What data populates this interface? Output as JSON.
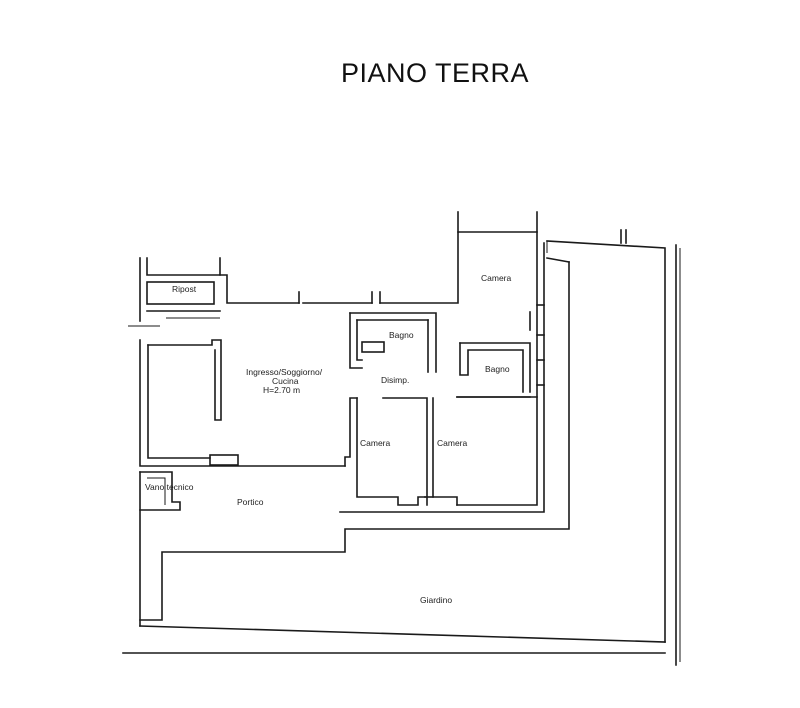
{
  "title": "PIANO TERRA",
  "rooms": {
    "ripost": "Ripost",
    "camera_top": "Camera",
    "bagno_left": "Bagno",
    "bagno_right": "Bagno",
    "living_line1": "Ingresso/Soggiorno/",
    "living_line2": "Cucina",
    "living_height": "H=2.70 m",
    "disimp": "Disimp.",
    "camera_left": "Camera",
    "camera_right": "Camera",
    "vano_tecnico": "Vano tecnico",
    "portico": "Portico",
    "giardino": "Giardino"
  }
}
